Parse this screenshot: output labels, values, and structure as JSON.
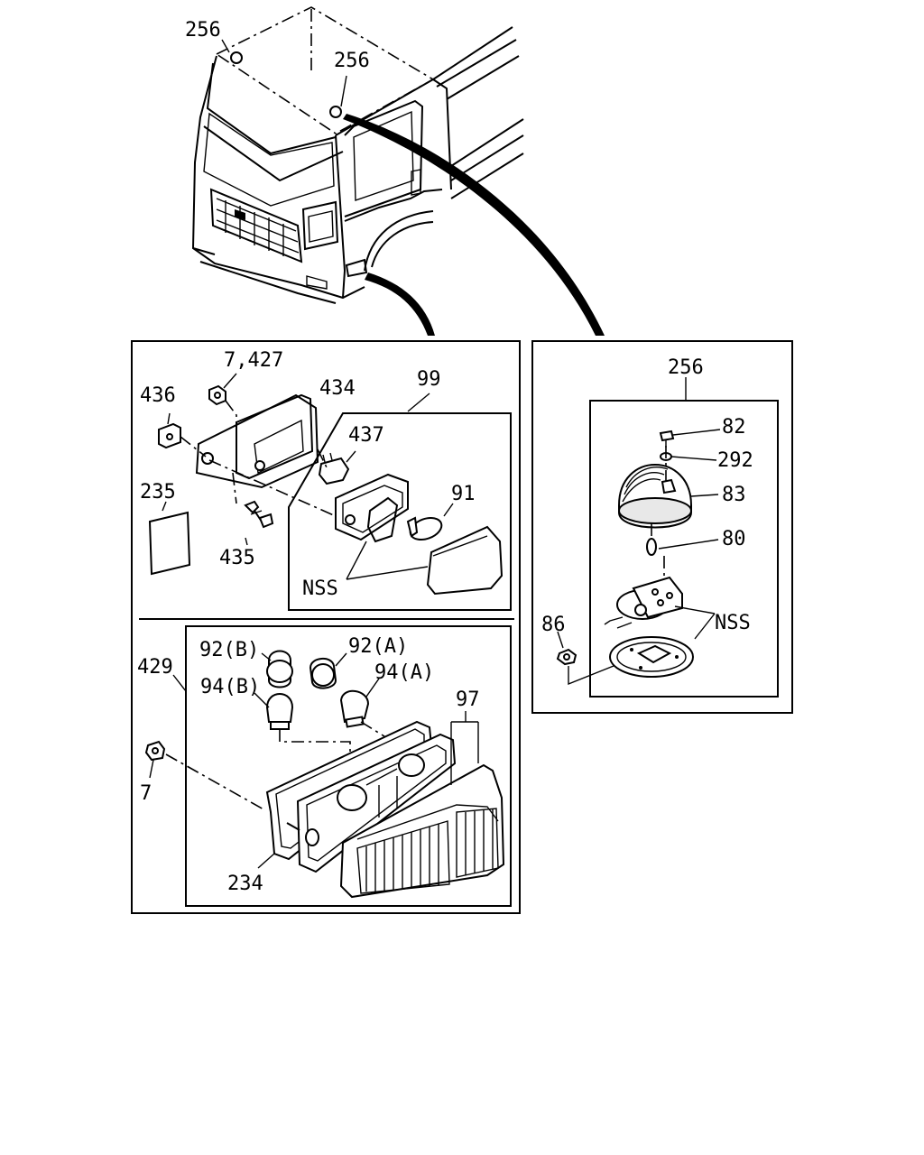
{
  "labels": {
    "roof_lamp_left": "256",
    "roof_lamp_right": "256",
    "nut_7_427": "7,427",
    "bracket_436": "436",
    "housing_434": "434",
    "assembly_99": "99",
    "socket_437": "437",
    "bulb_91": "91",
    "pad_235": "235",
    "bolt_435": "435",
    "nss_side_lamp": "NSS",
    "bulb_92b": "92(B)",
    "bulb_92a": "92(A)",
    "bulb_94b": "94(B)",
    "bulb_94a": "94(A)",
    "assembly_429": "429",
    "lens_97": "97",
    "nut_7": "7",
    "gasket_234": "234",
    "roof_lamp_256": "256",
    "screw_82": "82",
    "washer_292": "292",
    "lens_83": "83",
    "bulb_80": "80",
    "nut_86": "86",
    "nss_roof_lamp": "NSS"
  }
}
